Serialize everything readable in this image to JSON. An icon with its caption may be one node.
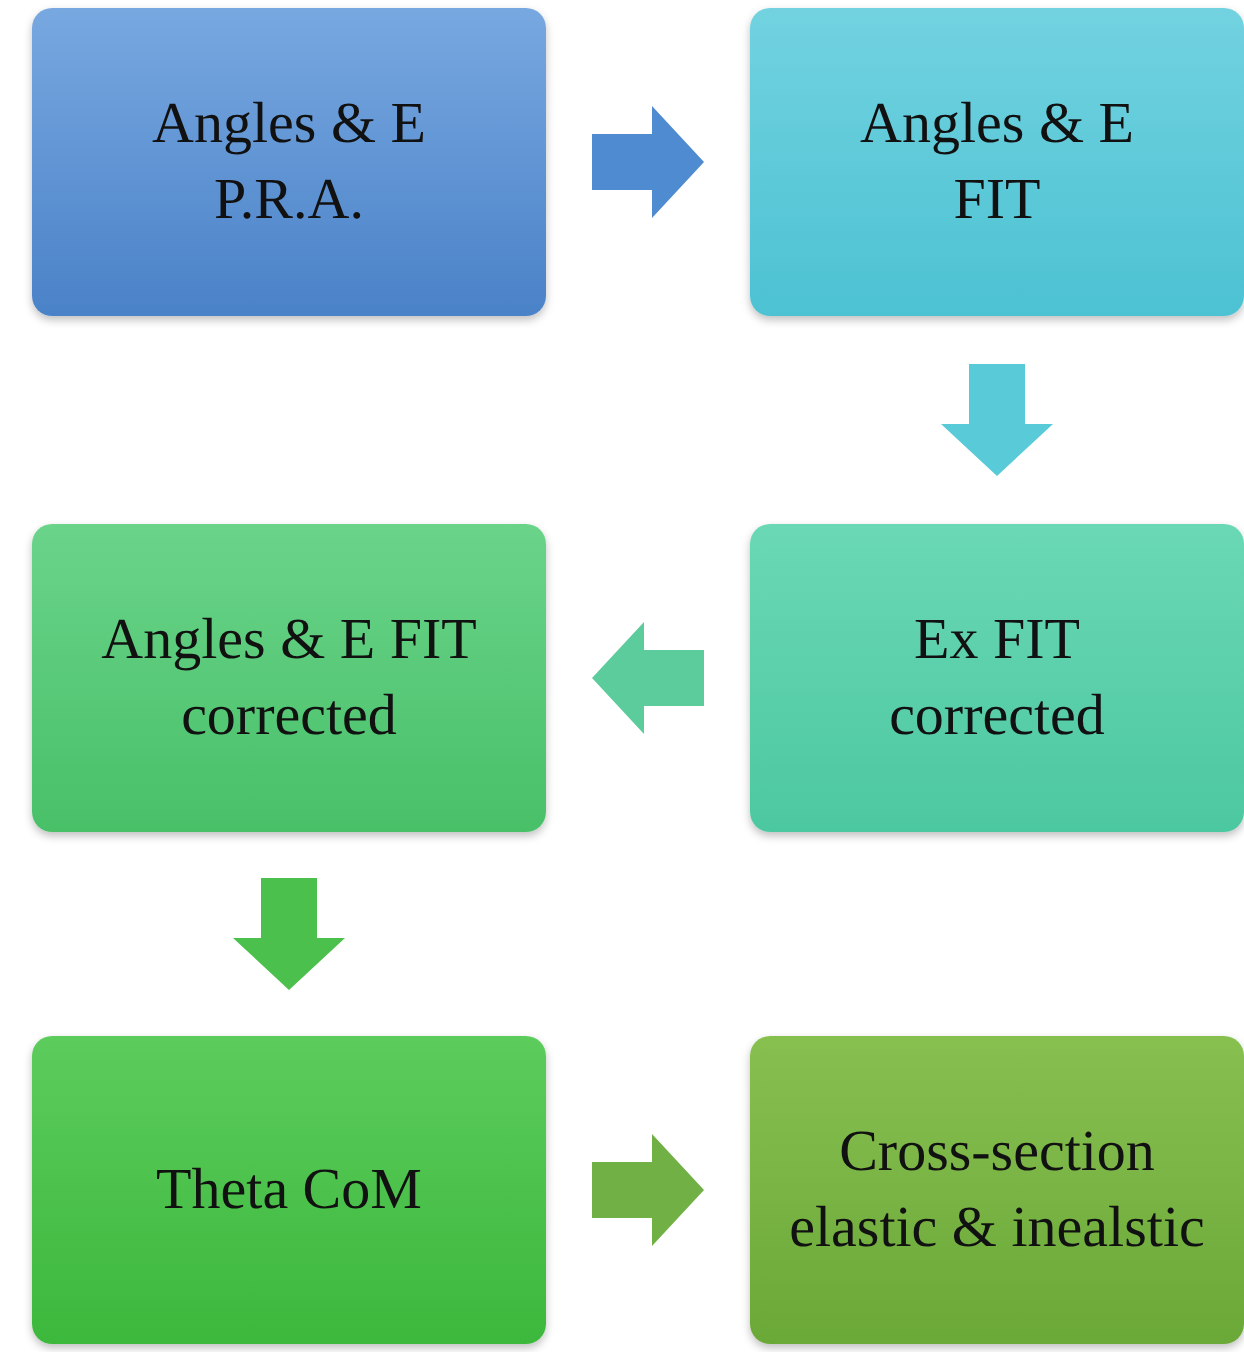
{
  "diagram": {
    "nodes": [
      {
        "text": [
          "Angles & E P.R.A."
        ]
      },
      {
        "text": [
          "Angles & E FIT"
        ]
      },
      {
        "text": [
          "Ex FIT corrected"
        ]
      },
      {
        "text": [
          "Angles & E FIT corrected"
        ]
      },
      {
        "text": [
          "Theta CoM"
        ]
      },
      {
        "text": [
          "Cross-section elastic & inealstic"
        ]
      }
    ],
    "edges": [
      {
        "from": 0,
        "to": 1,
        "arrow": "to",
        "color": "#4f8bd0"
      },
      {
        "from": 1,
        "to": 2,
        "arrow": "to",
        "color": "#58cad8"
      },
      {
        "from": 2,
        "to": 3,
        "arrow": "to",
        "color": "#5ccc9c"
      },
      {
        "from": 3,
        "to": 4,
        "arrow": "to",
        "color": "#4cc04c"
      },
      {
        "from": 4,
        "to": 5,
        "arrow": "to",
        "color": "#70b044"
      }
    ]
  }
}
